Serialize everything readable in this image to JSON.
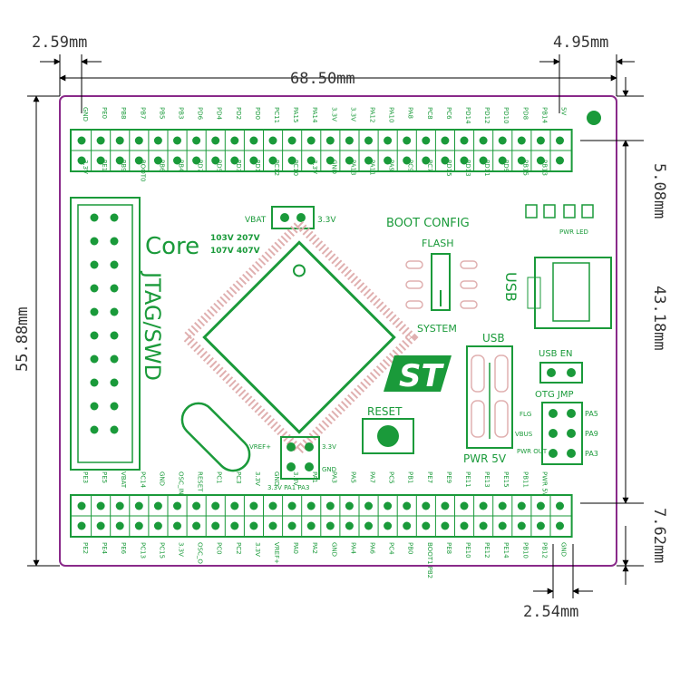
{
  "dimensions": {
    "left_offset": "2.59mm",
    "right_offset": "4.95mm",
    "total_width": "68.50mm",
    "top_header": "5.08mm",
    "total_height": "55.88mm",
    "header_spacing": "43.18mm",
    "bottom_offset": "7.62mm",
    "pin_pitch": "2.54mm"
  },
  "top_header": {
    "row_top_labels": [
      "GND",
      "PE0",
      "PB8",
      "PB7",
      "PB5",
      "PB3",
      "PD6",
      "PD4",
      "PD2",
      "PD0",
      "PC11",
      "PA15",
      "PA14",
      "3.3V",
      "3.3V",
      "PA12",
      "PA10",
      "PA8",
      "PC8",
      "PC6",
      "PD14",
      "PD12",
      "PD10",
      "PD8",
      "PB14",
      "5V"
    ],
    "row_bottom_labels": [
      "3.3V",
      "PE1",
      "PB9",
      "BOOT0",
      "PB6",
      "PB4",
      "PD7",
      "PD5",
      "PD3",
      "PD1",
      "PC12",
      "PC10",
      "3.3V",
      "GND",
      "PA13",
      "PA11",
      "PA9",
      "PC9",
      "PC7",
      "PD15",
      "PD13",
      "PD11",
      "PD9",
      "PB15",
      "PB13",
      ""
    ]
  },
  "bottom_header": {
    "row_top_labels": [
      "PE3",
      "PE5",
      "VBAT",
      "PC14",
      "GND",
      "OSC_IN",
      "RESET",
      "PC1",
      "PC3",
      "3.3V",
      "GND",
      "3.3V",
      "PA1",
      "PA3",
      "PA5",
      "PA7",
      "PC5",
      "PB1",
      "PE7",
      "PE9",
      "PE11",
      "PE13",
      "PE15",
      "PB11",
      "PWR 5V",
      ""
    ],
    "row_bottom_labels": [
      "PE2",
      "PE4",
      "PE6",
      "PC13",
      "PC15",
      "3.3V",
      "OSC_O",
      "PC0",
      "PC2",
      "3.3V",
      "VREF+",
      "PA0",
      "PA2",
      "GND",
      "PA4",
      "PA6",
      "PC4",
      "PB0",
      "BOOT1 PB2",
      "PE8",
      "PE10",
      "PE12",
      "PE14",
      "PB10",
      "PB12",
      "GND"
    ]
  },
  "silkscreen": {
    "core": "Core",
    "variants_1": "103V 207V",
    "variants_2": "107V 407V",
    "jtag": "JTAG/SWD",
    "vbat": "VBAT",
    "vbat_3v3": "3.3V",
    "boot_config": "BOOT CONFIG",
    "flash": "FLASH",
    "system": "SYSTEM",
    "usb_vertical": "USB",
    "pwr_led": "PWR LED",
    "usb_en": "USB EN",
    "otg_jmp": "OTG JMP",
    "flg": "FLG",
    "vbus": "VBUS",
    "pwr_out": "PWR OUT",
    "pa5": "PA5",
    "pa9": "PA9",
    "pa3": "PA3",
    "usb_label": "USB",
    "pwr5v": "PWR 5V",
    "reset": "RESET",
    "vref_plus": "VREF+",
    "gnd_small": "GND",
    "vref_small": "VREF+",
    "v33_small": "3.3V",
    "gnd_small2": "GND",
    "jp_bottom": "3.3V PA1 PA3",
    "logo": "ST"
  },
  "colors": {
    "board_outline": "#8a2a8a",
    "silk_green": "#1a9a3a",
    "dim_line": "#000000"
  }
}
